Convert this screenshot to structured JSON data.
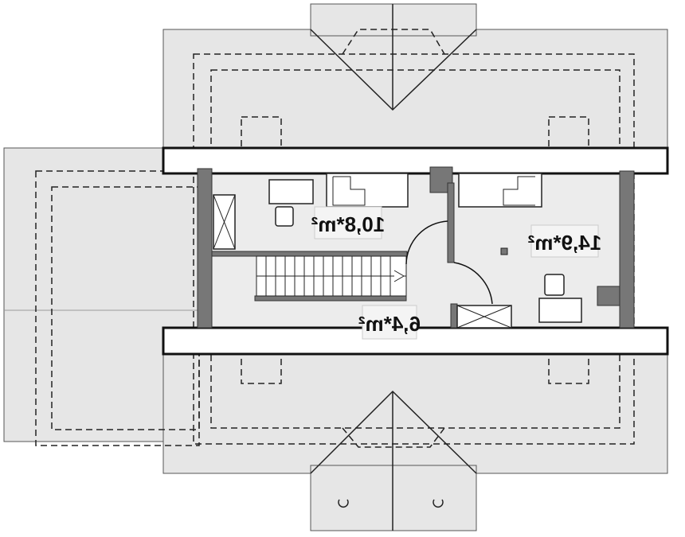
{
  "plan": {
    "rooms": [
      {
        "name": "room-left",
        "area": "10,8*m²"
      },
      {
        "name": "room-right",
        "area": "14,9*m²"
      },
      {
        "name": "hall",
        "area": "6,4*m²"
      }
    ]
  }
}
